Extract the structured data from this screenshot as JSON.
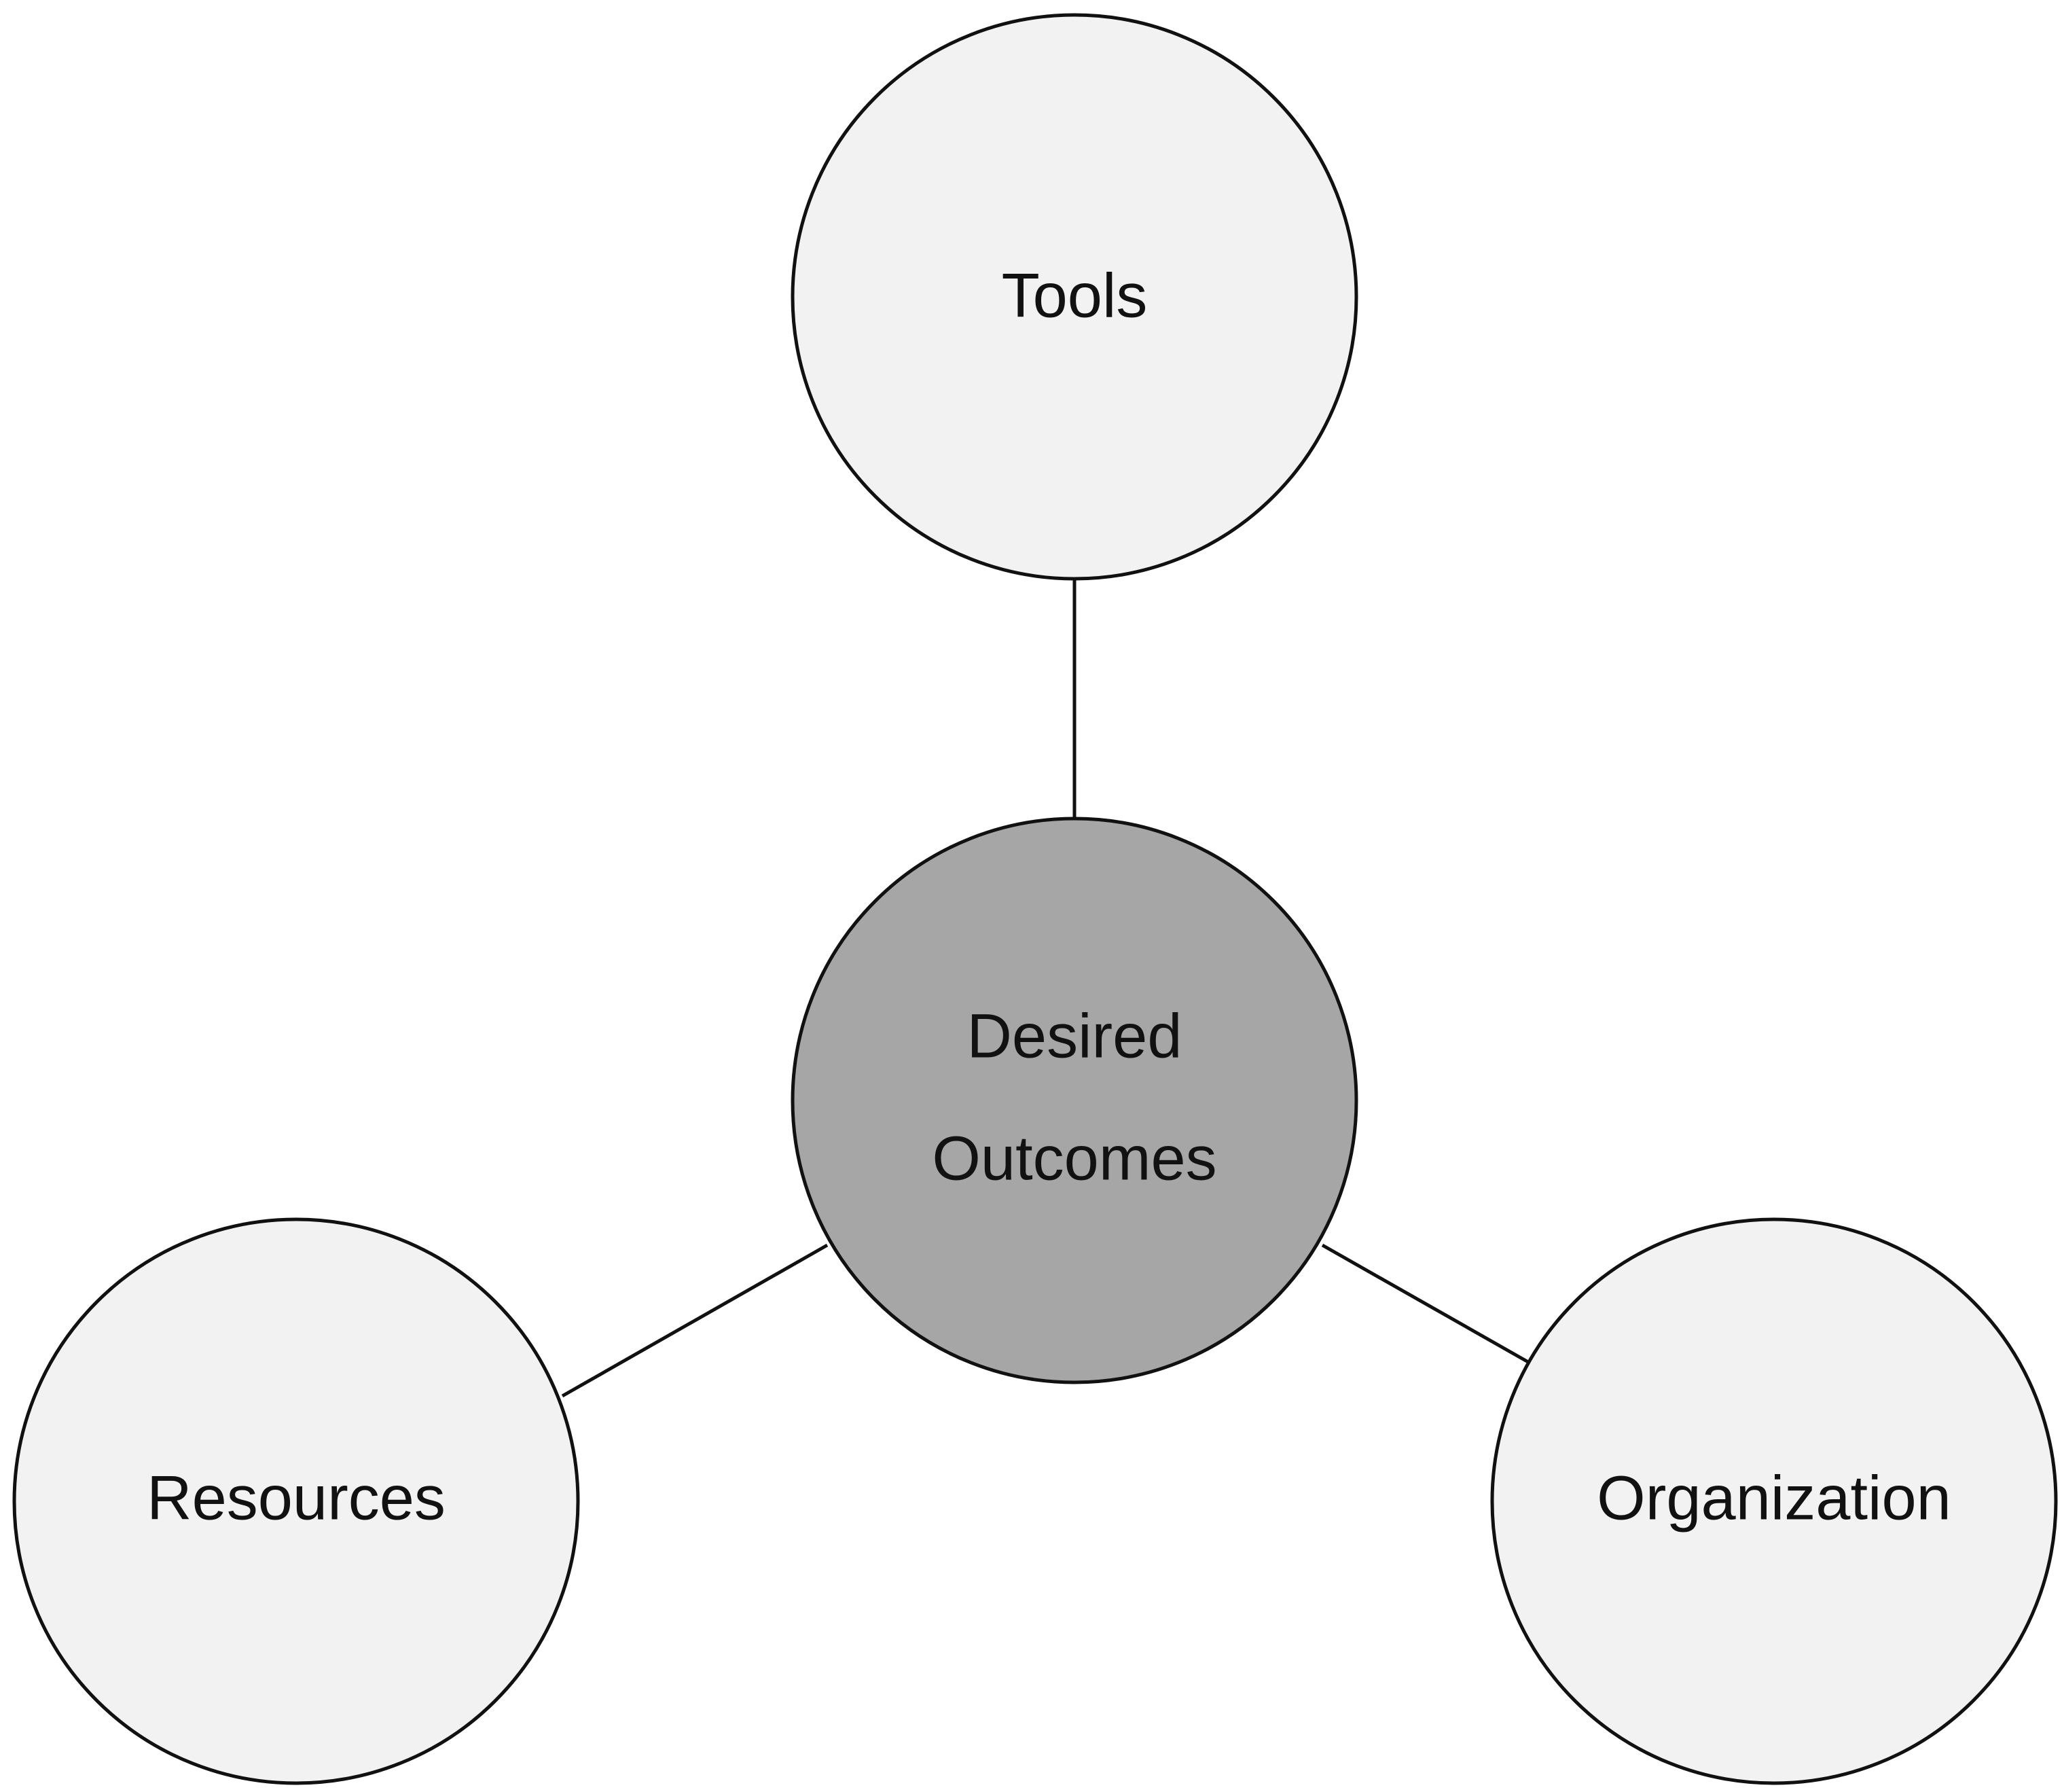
{
  "colors": {
    "outer_fill": "#f2f2f2",
    "center_fill": "#a6a6a6",
    "stroke": "#111111",
    "background": "#ffffff"
  },
  "nodes": {
    "center": {
      "line1": "Desired",
      "line2": "Outcomes"
    },
    "top": {
      "label": "Tools"
    },
    "left": {
      "label": "Resources"
    },
    "right": {
      "label": "Organization"
    }
  }
}
